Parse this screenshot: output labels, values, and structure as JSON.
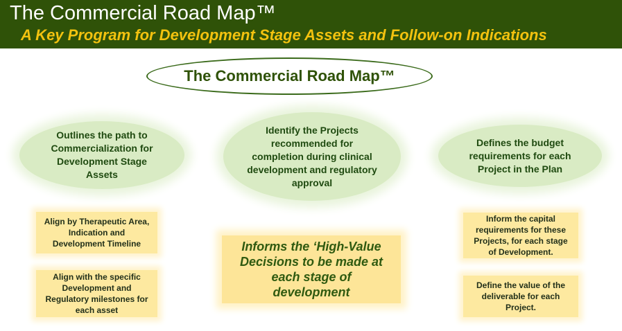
{
  "banner": {
    "title": "The Commercial Road Map™",
    "subtitle": "A Key Program for Development Stage Assets and Follow-on Indications"
  },
  "center_title": "The Commercial Road Map™",
  "ovals": {
    "left": "Outlines the path to Commercialization for Development Stage Assets",
    "center": "Identify the Projects recommended for completion during clinical development and regulatory approval",
    "right": "Defines the budget requirements for each Project in the Plan"
  },
  "left_boxes": [
    "Align by Therapeutic Area, Indication and Development Timeline",
    "Align with the specific Development and Regulatory milestones for each asset"
  ],
  "center_box": "Informs the ‘High-Value Decisions to be made at each stage of development",
  "right_boxes": [
    "Inform the capital requirements for these Projects, for each stage of Development.",
    "Define the value of the deliverable for each Project."
  ]
}
